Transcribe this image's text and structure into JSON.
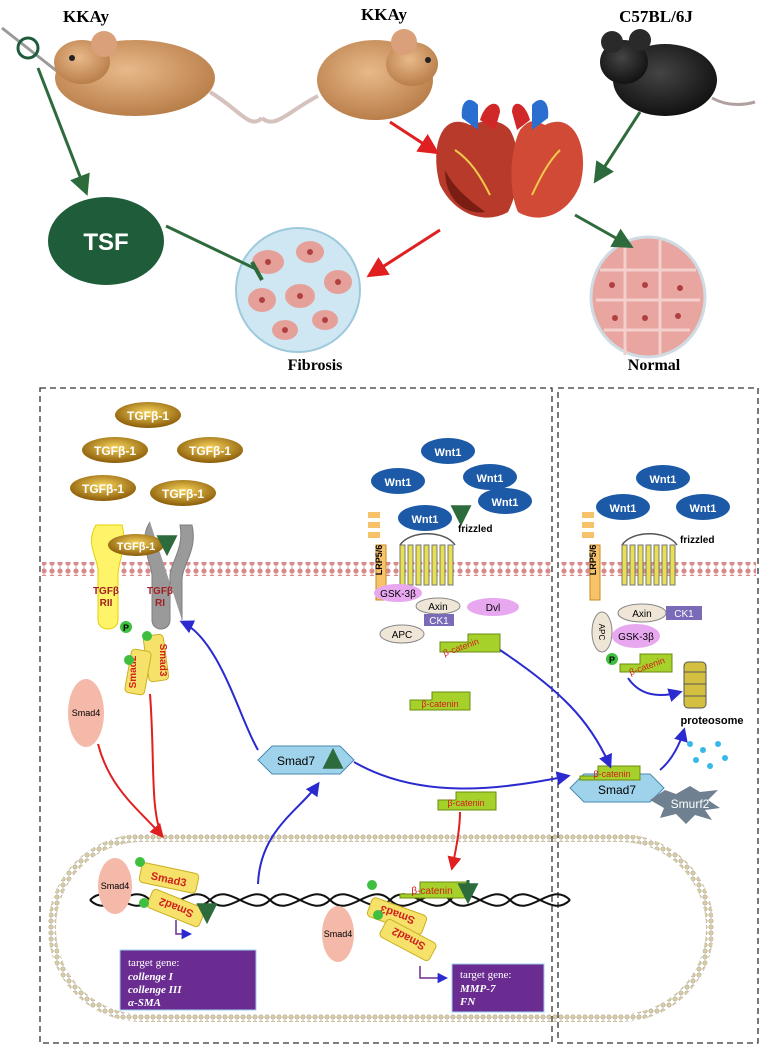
{
  "top": {
    "mouse_left_label": "KKAy",
    "mouse_mid_label": "KKAy",
    "mouse_right_label": "C57BL/6J",
    "tsf_label": "TSF",
    "fibrosis_label": "Fibrosis",
    "normal_label": "Normal"
  },
  "tgf": {
    "ligands": [
      "TGFβ-1",
      "TGFβ-1",
      "TGFβ-1",
      "TGFβ-1",
      "TGFβ-1",
      "TGFβ-1"
    ],
    "receptor_ii_label": [
      "TGFβ",
      "RII"
    ],
    "receptor_i_label": [
      "TGFβ",
      "RI"
    ],
    "phospho": "P",
    "smad3": "Smad3",
    "smad2": "Smad2",
    "smad4": "Smad4",
    "smad7": "Smad7"
  },
  "wnt": {
    "wnt1": [
      "Wnt1",
      "Wnt1",
      "Wnt1",
      "Wnt1",
      "Wnt1"
    ],
    "frizzled": "frizzled",
    "lrp": "LRP5/6",
    "gsk": "GSK-3β",
    "axin": "Axin",
    "dvl": "Dvl",
    "ck1": "CK1",
    "apc": "APC",
    "bcatenin": "β-catenin"
  },
  "right_panel": {
    "wnt1": [
      "Wnt1",
      "Wnt1",
      "Wnt1"
    ],
    "frizzled": "frizzled",
    "lrp": "LRP5/6",
    "axin": "Axin",
    "ck1": "CK1",
    "apc": "APC",
    "gsk": "GSK-3β",
    "phospho": "P",
    "bcatenin": "β-catenin",
    "proteosome": "proteosome",
    "smad7": "Smad7",
    "smurf2": "Smurf2"
  },
  "nucleus": {
    "target1_title": "target gene:",
    "target1_genes": [
      "collenge I",
      "collenge III",
      "α-SMA"
    ],
    "target2_title": "target gene:",
    "target2_genes": [
      "MMP-7",
      "FN"
    ],
    "smad4": "Smad4",
    "smad3": "Smad3",
    "smad2": "Smad2",
    "bcatenin": "β-catenin"
  },
  "colors": {
    "green_arrow": "#2e6b3c",
    "red_arrow": "#e02020",
    "blue_arrow": "#2a2ad0",
    "tsf_fill": "#1f5c3a",
    "target_box": "#6a2c91",
    "wnt_fill": "#1c5aa8",
    "tgf_fill": "#c88a14",
    "smad4_fill": "#f4b9a9",
    "smad7_fill": "#9fd3ec",
    "bcatenin_fill": "#a6d12a"
  }
}
